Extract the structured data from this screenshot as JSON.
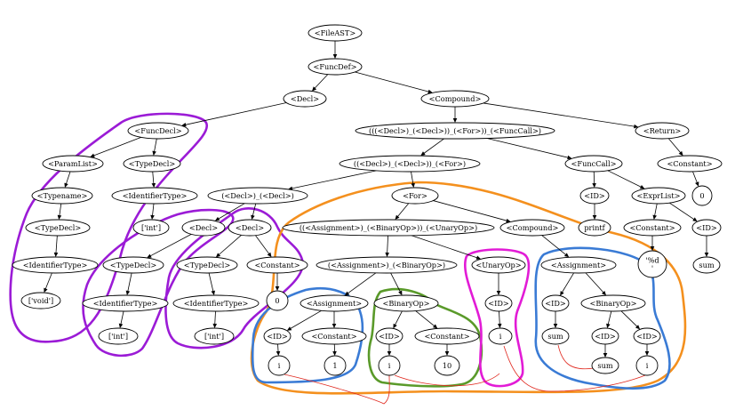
{
  "colors": {
    "purple": "#9b1bd6",
    "orange": "#f4901e",
    "blue": "#3a7bd5",
    "green": "#5a9a2a",
    "magenta": "#e21bd6",
    "red": "#e0281e"
  },
  "nodes": [
    {
      "id": "fileast",
      "label": "<FileAST>"
    },
    {
      "id": "funcdef",
      "label": "<FuncDef>"
    },
    {
      "id": "decl_top",
      "label": "<Decl>"
    },
    {
      "id": "compound_main",
      "label": "<Compound>"
    },
    {
      "id": "funcdecl",
      "label": "<FuncDecl>"
    },
    {
      "id": "seq_outer",
      "label": "(((<Decl>)_(<Decl>))_(<For>))_(<FuncCall>)"
    },
    {
      "id": "return",
      "label": "<Return>"
    },
    {
      "id": "paramlist",
      "label": "<ParamList>"
    },
    {
      "id": "typedecl_ret",
      "label": "<TypeDecl>"
    },
    {
      "id": "seq_mid",
      "label": "((<Decl>)_(<Decl>))_(<For>)"
    },
    {
      "id": "funccall",
      "label": "<FuncCall>"
    },
    {
      "id": "constant_ret",
      "label": "<Constant>"
    },
    {
      "id": "typename",
      "label": "<Typename>"
    },
    {
      "id": "identtype_ret",
      "label": "<IdentifierType>"
    },
    {
      "id": "seq_decls",
      "label": "(<Decl>)_(<Decl>)"
    },
    {
      "id": "for",
      "label": "<For>"
    },
    {
      "id": "id_printf",
      "label": "<ID>"
    },
    {
      "id": "exprlist",
      "label": "<ExprList>"
    },
    {
      "id": "ret_zero",
      "label": "0"
    },
    {
      "id": "typedecl_param",
      "label": "<TypeDecl>"
    },
    {
      "id": "int_ret",
      "label": "['int']"
    },
    {
      "id": "decl_a",
      "label": "<Decl>"
    },
    {
      "id": "decl_b",
      "label": "<Decl>"
    },
    {
      "id": "seq_for",
      "label": "((<Assignment>)_(<BinaryOp>))_(<UnaryOp>)"
    },
    {
      "id": "compound_for",
      "label": "<Compound>"
    },
    {
      "id": "printf",
      "label": "printf"
    },
    {
      "id": "constant_fmt",
      "label": "<Constant>"
    },
    {
      "id": "id_sum_arg",
      "label": "<ID>"
    },
    {
      "id": "identtype_param",
      "label": "<IdentifierType>"
    },
    {
      "id": "typedecl_a",
      "label": "<TypeDecl>"
    },
    {
      "id": "typedecl_b",
      "label": "<TypeDecl>"
    },
    {
      "id": "constant_b",
      "label": "<Constant>"
    },
    {
      "id": "seq_ab",
      "label": "(<Assignment>)_(<BinaryOp>)"
    },
    {
      "id": "unaryop",
      "label": "<UnaryOp>"
    },
    {
      "id": "assignment_body",
      "label": "<Assignment>"
    },
    {
      "id": "fmt_str",
      "label": "'%d\n'"
    },
    {
      "id": "sum_arg",
      "label": "sum"
    },
    {
      "id": "void",
      "label": "['void']"
    },
    {
      "id": "identtype_a",
      "label": "<IdentifierType>"
    },
    {
      "id": "identtype_b",
      "label": "<IdentifierType>"
    },
    {
      "id": "zero_b",
      "label": "0"
    },
    {
      "id": "assignment_init",
      "label": "<Assignment>"
    },
    {
      "id": "binop_cond",
      "label": "<BinaryOp>"
    },
    {
      "id": "id_unary",
      "label": "<ID>"
    },
    {
      "id": "id_sum_lhs",
      "label": "<ID>"
    },
    {
      "id": "binop_body",
      "label": "<BinaryOp>"
    },
    {
      "id": "int_a",
      "label": "['int']"
    },
    {
      "id": "int_b",
      "label": "['int']"
    },
    {
      "id": "id_init",
      "label": "<ID>"
    },
    {
      "id": "constant_init",
      "label": "<Constant>"
    },
    {
      "id": "id_cond",
      "label": "<ID>"
    },
    {
      "id": "constant_cond",
      "label": "<Constant>"
    },
    {
      "id": "i_unary",
      "label": "i"
    },
    {
      "id": "sum_lhs",
      "label": "sum"
    },
    {
      "id": "id_sum_rhs",
      "label": "<ID>"
    },
    {
      "id": "id_i_rhs",
      "label": "<ID>"
    },
    {
      "id": "i_init",
      "label": "i"
    },
    {
      "id": "one_init",
      "label": "1"
    },
    {
      "id": "i_cond",
      "label": "i"
    },
    {
      "id": "ten_cond",
      "label": "10"
    },
    {
      "id": "sum_rhs",
      "label": "sum"
    },
    {
      "id": "i_rhs",
      "label": "i"
    }
  ],
  "edges": [
    [
      "fileast",
      "funcdef"
    ],
    [
      "funcdef",
      "decl_top"
    ],
    [
      "funcdef",
      "compound_main"
    ],
    [
      "decl_top",
      "funcdecl"
    ],
    [
      "compound_main",
      "seq_outer"
    ],
    [
      "compound_main",
      "return"
    ],
    [
      "funcdecl",
      "paramlist"
    ],
    [
      "funcdecl",
      "typedecl_ret"
    ],
    [
      "seq_outer",
      "seq_mid"
    ],
    [
      "seq_outer",
      "funccall"
    ],
    [
      "return",
      "constant_ret"
    ],
    [
      "paramlist",
      "typename"
    ],
    [
      "typedecl_ret",
      "identtype_ret"
    ],
    [
      "seq_mid",
      "seq_decls"
    ],
    [
      "seq_mid",
      "for"
    ],
    [
      "funccall",
      "id_printf"
    ],
    [
      "funccall",
      "exprlist"
    ],
    [
      "constant_ret",
      "ret_zero"
    ],
    [
      "typename",
      "typedecl_param"
    ],
    [
      "identtype_ret",
      "int_ret"
    ],
    [
      "seq_decls",
      "decl_a"
    ],
    [
      "seq_decls",
      "decl_b"
    ],
    [
      "for",
      "seq_for"
    ],
    [
      "for",
      "compound_for"
    ],
    [
      "id_printf",
      "printf"
    ],
    [
      "exprlist",
      "constant_fmt"
    ],
    [
      "exprlist",
      "id_sum_arg"
    ],
    [
      "typedecl_param",
      "identtype_param"
    ],
    [
      "decl_a",
      "typedecl_a"
    ],
    [
      "decl_b",
      "typedecl_b"
    ],
    [
      "decl_b",
      "constant_b"
    ],
    [
      "seq_for",
      "seq_ab"
    ],
    [
      "seq_for",
      "unaryop"
    ],
    [
      "compound_for",
      "assignment_body"
    ],
    [
      "constant_fmt",
      "fmt_str"
    ],
    [
      "id_sum_arg",
      "sum_arg"
    ],
    [
      "identtype_param",
      "void"
    ],
    [
      "typedecl_a",
      "identtype_a"
    ],
    [
      "typedecl_b",
      "identtype_b"
    ],
    [
      "constant_b",
      "zero_b"
    ],
    [
      "seq_ab",
      "assignment_init"
    ],
    [
      "seq_ab",
      "binop_cond"
    ],
    [
      "unaryop",
      "id_unary"
    ],
    [
      "assignment_body",
      "id_sum_lhs"
    ],
    [
      "assignment_body",
      "binop_body"
    ],
    [
      "identtype_a",
      "int_a"
    ],
    [
      "identtype_b",
      "int_b"
    ],
    [
      "assignment_init",
      "id_init"
    ],
    [
      "assignment_init",
      "constant_init"
    ],
    [
      "binop_cond",
      "id_cond"
    ],
    [
      "binop_cond",
      "constant_cond"
    ],
    [
      "id_unary",
      "i_unary"
    ],
    [
      "id_sum_lhs",
      "sum_lhs"
    ],
    [
      "binop_body",
      "id_sum_rhs"
    ],
    [
      "binop_body",
      "id_i_rhs"
    ],
    [
      "id_init",
      "i_init"
    ],
    [
      "constant_init",
      "one_init"
    ],
    [
      "id_cond",
      "i_cond"
    ],
    [
      "constant_cond",
      "ten_cond"
    ],
    [
      "id_sum_rhs",
      "sum_rhs"
    ],
    [
      "id_i_rhs",
      "i_rhs"
    ]
  ],
  "regions": [
    {
      "name": "funcdecl-region",
      "color": "purple"
    },
    {
      "name": "decl-a-region",
      "color": "purple"
    },
    {
      "name": "decl-b-region",
      "color": "purple"
    },
    {
      "name": "for-loop-region",
      "color": "orange"
    },
    {
      "name": "init-assignment-region",
      "color": "blue"
    },
    {
      "name": "body-assignment-region",
      "color": "blue"
    },
    {
      "name": "condition-region",
      "color": "green"
    },
    {
      "name": "increment-region",
      "color": "magenta"
    }
  ],
  "dataflow_links": [
    {
      "from": "i_init",
      "to": "i_cond"
    },
    {
      "from": "i_unary",
      "to": "i_rhs"
    },
    {
      "from": "i_cond",
      "to": "i_unary"
    },
    {
      "from": "sum_lhs",
      "to": "sum_rhs"
    }
  ]
}
